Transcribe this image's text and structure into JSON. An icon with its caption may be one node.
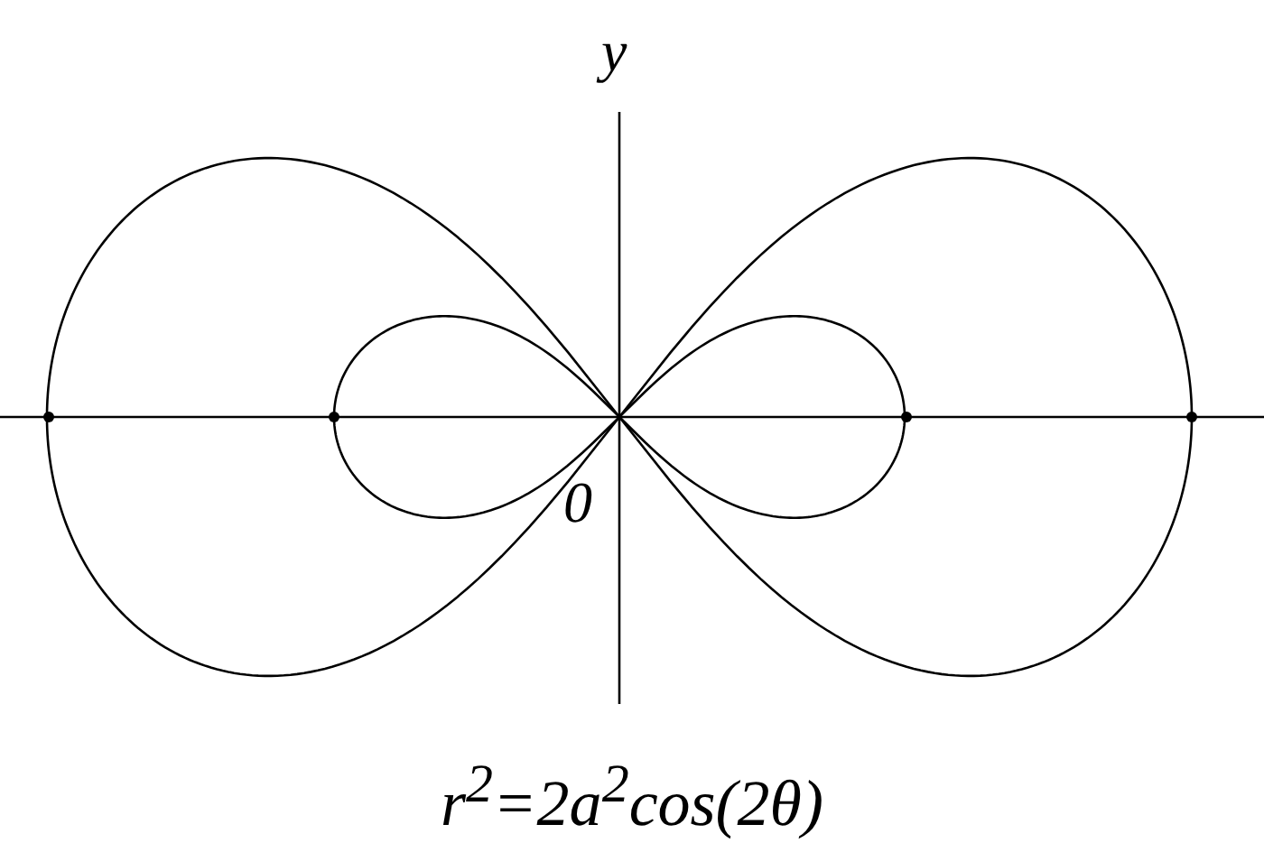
{
  "diagram": {
    "caption": "r$^{2}$=2a$^{2}$cos(2θ)",
    "labels": [
      "y",
      "0"
    ]
  }
}
